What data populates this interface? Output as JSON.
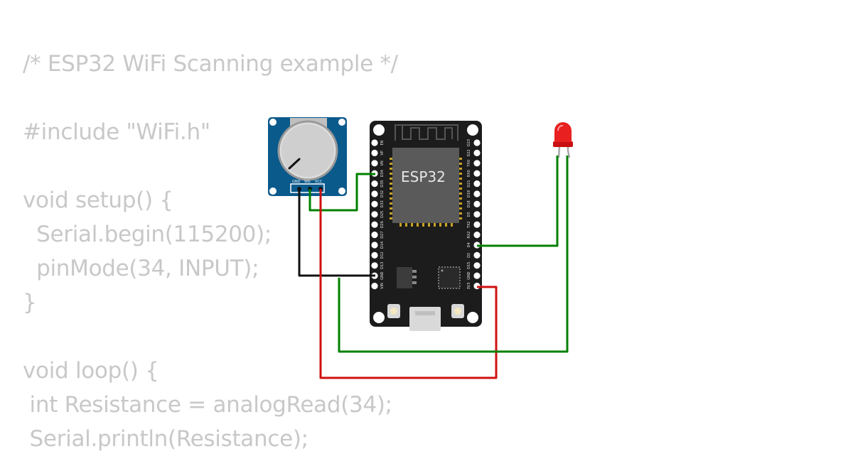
{
  "code_lines": [
    "/* ESP32 WiFi Scanning example */",
    "",
    "#include \"WiFi.h\"",
    "",
    "void setup() {",
    "  Serial.begin(115200);",
    "  pinMode(34, INPUT);",
    "}",
    "",
    "void loop() {",
    " int Resistance = analogRead(34);",
    " Serial.println(Resistance);"
  ],
  "board": {
    "chip_label": "ESP32",
    "left_pins": [
      "EN",
      "VP",
      "VN",
      "D34",
      "D35",
      "D32",
      "D33",
      "D25",
      "D26",
      "D27",
      "D14",
      "D12",
      "D13",
      "GND",
      "VIN"
    ],
    "right_pins": [
      "D23",
      "D22",
      "TX0",
      "RX0",
      "D21",
      "D19",
      "D18",
      "D5",
      "TX2",
      "RX2",
      "D4",
      "D2",
      "D15",
      "GND",
      "3V3"
    ]
  },
  "potentiometer": {
    "pins": [
      "GND",
      "SIG",
      "VCC"
    ]
  },
  "colors": {
    "wire_green": "#008000",
    "wire_red": "#d01010",
    "wire_black": "#111111",
    "board": "#1c1c1c",
    "pot_board": "#0a5a8c",
    "led": "#e82020"
  }
}
